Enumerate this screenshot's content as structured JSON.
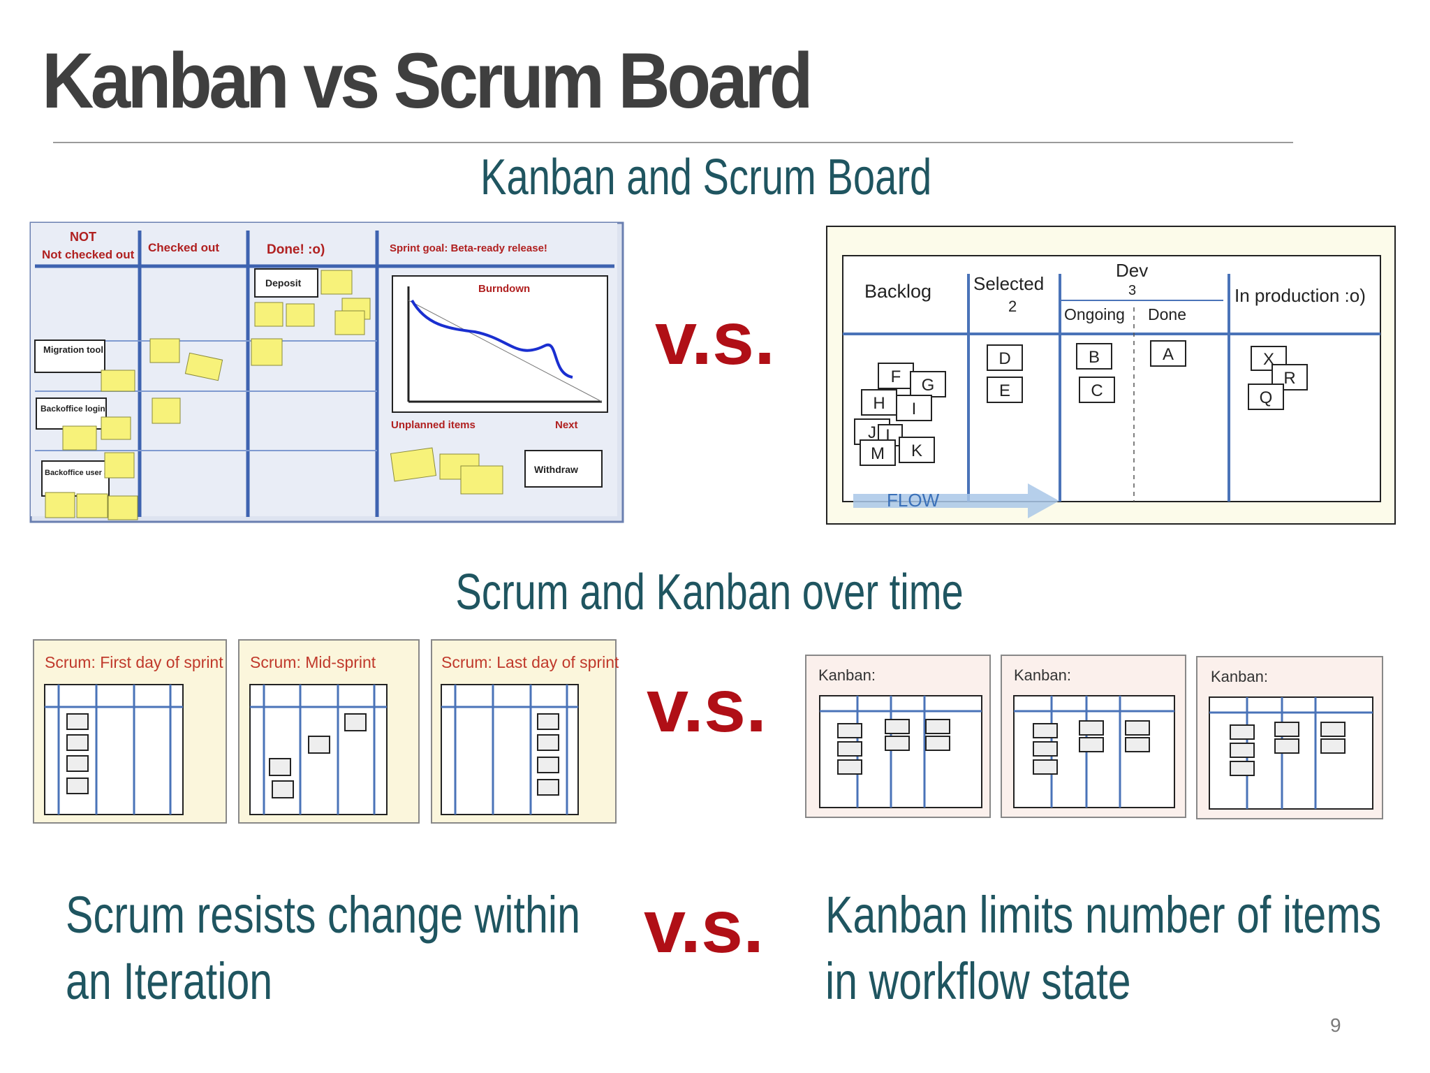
{
  "slide": {
    "title": "Kanban vs Scrum Board",
    "page_number": "9"
  },
  "section1": {
    "heading": "Kanban and Scrum Board",
    "vs": "v.s."
  },
  "section2": {
    "heading": "Scrum and Kanban over time",
    "vs": "v.s."
  },
  "section3": {
    "vs": "v.s.",
    "left_text_line1": "Scrum resists change within",
    "left_text_line2": "an Iteration",
    "right_text_line1": "Kanban limits number of items",
    "right_text_line2": "in workflow state"
  },
  "scrum_board": {
    "col_not_checked_out": "Not checked out",
    "col_checked_out": "Checked out",
    "col_done": "Done! :o)",
    "col_sprint_goal": "Sprint goal: Beta-ready release!",
    "burndown": "Burndown",
    "unplanned_items": "Unplanned items",
    "next": "Next",
    "story_migration": "Migration tool",
    "story_backoffice_login": "Backoffice login",
    "story_backoffice_user_admin": "Backoffice user admin",
    "story_deposit": "Deposit",
    "next_card": "Withdraw"
  },
  "kanban_board": {
    "col_backlog": "Backlog",
    "col_selected": "Selected",
    "col_selected_limit": "2",
    "col_dev": "Dev",
    "col_dev_limit": "3",
    "col_ongoing": "Ongoing",
    "col_done": "Done",
    "col_production": "In production :o)",
    "flow": "FLOW",
    "backlog_cards": [
      "F",
      "G",
      "H",
      "I",
      "J",
      "L",
      "M",
      "K"
    ],
    "selected_cards": [
      "D",
      "E"
    ],
    "ongoing_cards": [
      "B",
      "C"
    ],
    "done_cards": [
      "A"
    ],
    "production_cards": [
      "X",
      "R",
      "Q"
    ]
  },
  "scrum_time_panels": [
    "Scrum: First day of sprint",
    "Scrum: Mid-sprint",
    "Scrum: Last day of sprint"
  ],
  "kanban_time_panels": [
    "Kanban:",
    "Kanban:",
    "Kanban:"
  ],
  "colors": {
    "title": "#3f3f3f",
    "heading_teal": "#1f5560",
    "vs_red": "#b00f16",
    "board_blue": "#4a73b8",
    "sticky_yellow": "#f7f27a",
    "marker_red": "#b02020"
  }
}
